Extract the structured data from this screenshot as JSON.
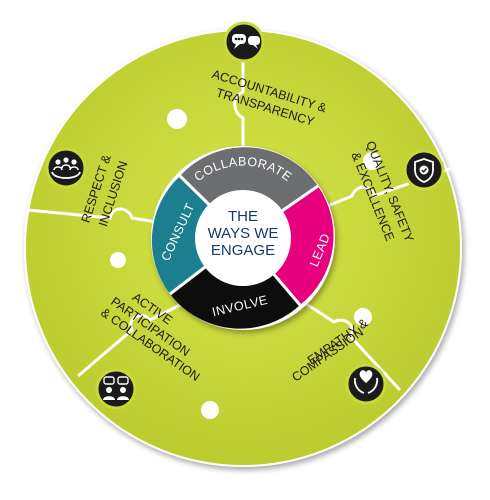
{
  "title": {
    "line1": "THE",
    "line2": "WAYS WE",
    "line3": "ENGAGE"
  },
  "inner_ring": {
    "collaborate": "COLLABORATE",
    "lead": "LEAD",
    "involve": "INVOLVE",
    "consult": "CONSULT"
  },
  "outer_segments": {
    "accountability": {
      "line1": "ACCOUNTABILITY &",
      "line2": "TRANSPARENCY",
      "icon": "chat-bubbles-icon"
    },
    "quality": {
      "line1": "QUALITY, SAFETY",
      "line2": "& EXCELLENCE",
      "icon": "shield-check-icon"
    },
    "empathy": {
      "line1": "EMPATHY &",
      "line2": "COMPASSION",
      "icon": "heart-hands-icon"
    },
    "participation": {
      "line1": "ACTIVE",
      "line2": "PARTICIPATION",
      "line3": "& COLLABORATION",
      "icon": "people-chat-icon"
    },
    "respect": {
      "line1": "RESPECT &",
      "line2": "INCLUSION",
      "icon": "group-hands-icon"
    }
  },
  "colors": {
    "lime": "#c8d93a",
    "lime_dark": "#a9b92a",
    "collaborate": "#6d6e70",
    "lead": "#e6007e",
    "involve": "#111111",
    "consult": "#1f7f8f",
    "center_text": "#163a6b",
    "icon_circle": "#1b1b1b"
  }
}
